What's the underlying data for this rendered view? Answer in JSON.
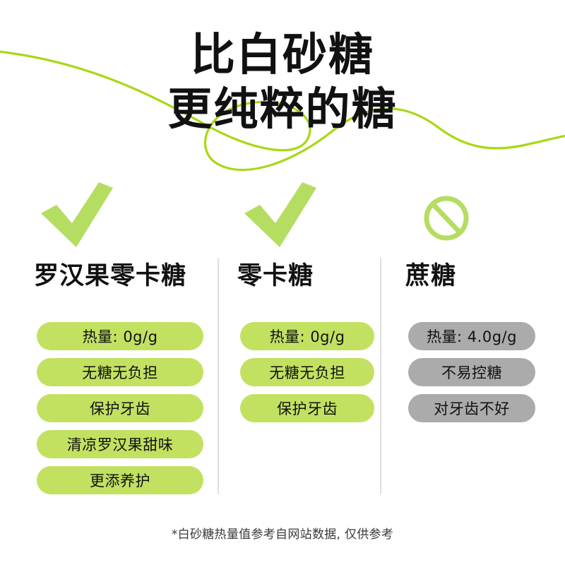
{
  "theme": {
    "background": "#ffffff",
    "swoosh_color": "#a8d814",
    "mark_green": "#b5dd62",
    "pill_green": "#c2e161",
    "pill_gray": "#ababab",
    "text_dark": "#111111",
    "divider_gray": "#e0e0e2"
  },
  "headline": {
    "line1": "比白砂糖",
    "line2": "更纯粹的糖"
  },
  "columns": [
    {
      "id": "luohanguo-zero-cal-sugar",
      "mark": "check-mark-icon",
      "title": "罗汉果零卡糖",
      "pill_style": "green",
      "pills": [
        "热量: 0g/g",
        "无糖无负担",
        "保护牙齿",
        "清凉罗汉果甜味",
        "更添养护"
      ]
    },
    {
      "id": "zero-cal-sugar",
      "mark": "check-mark-icon",
      "title": "零卡糖",
      "pill_style": "green",
      "pills": [
        "热量: 0g/g",
        "无糖无负担",
        "保护牙齿"
      ]
    },
    {
      "id": "sucrose",
      "mark": "prohibition-icon",
      "title": "蔗糖",
      "pill_style": "gray",
      "pills": [
        "热量: 4.0g/g",
        "不易控糖",
        "对牙齿不好"
      ]
    }
  ],
  "footnote": "*白砂糖热量值参考自网站数据, 仅供参考"
}
